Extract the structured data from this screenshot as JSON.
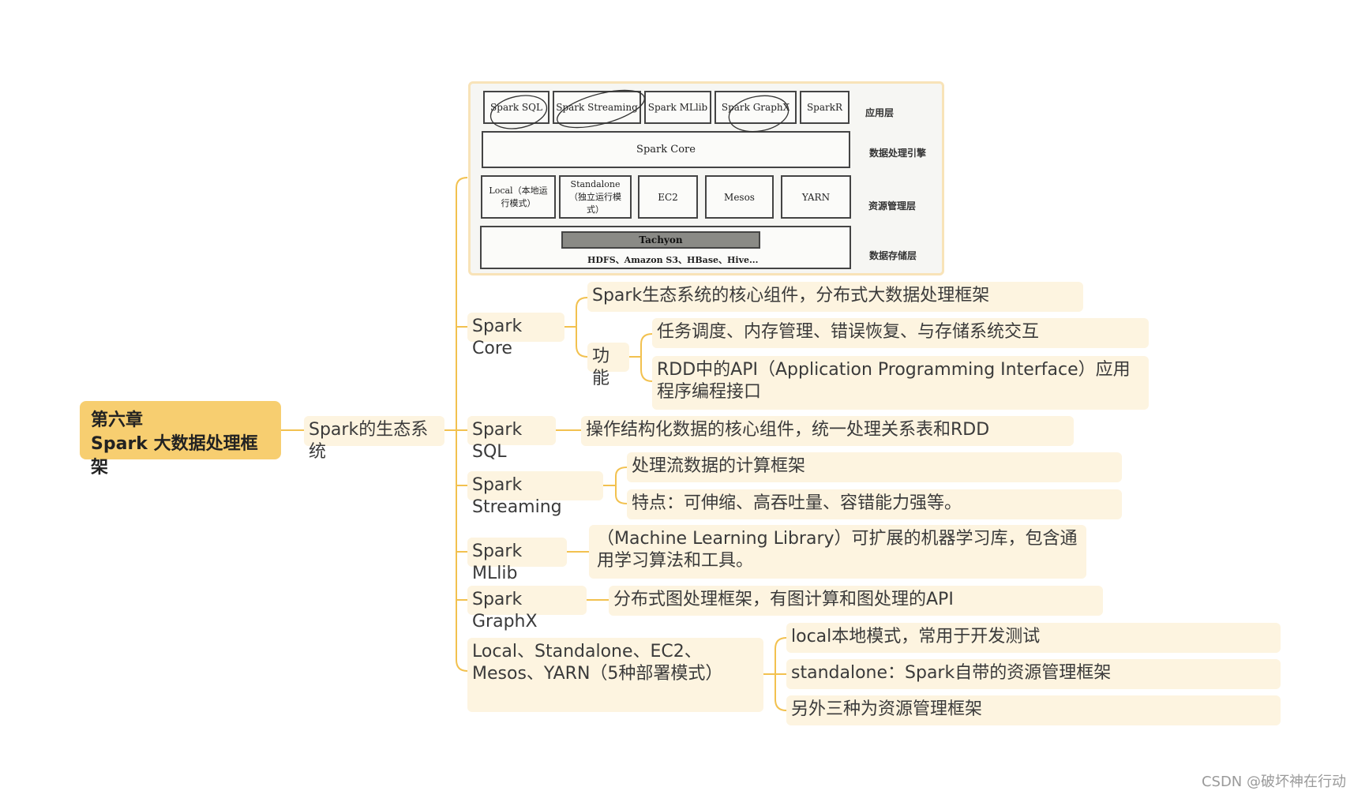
{
  "root": {
    "line1": "第六章",
    "line2": "Spark 大数据处理框架"
  },
  "level1": {
    "label": "Spark的生态系统"
  },
  "architecture": {
    "app_layer": [
      "Spark SQL",
      "Spark Streaming",
      "Spark MLlib",
      "Spark GraphX",
      "SparkR"
    ],
    "core": "Spark Core",
    "resource_layer": [
      "Local（本地运行模式）",
      "Standalone（独立运行模式）",
      "EC2",
      "Mesos",
      "YARN"
    ],
    "storage_bar": "Tachyon",
    "storage_text": "HDFS、Amazon S3、HBase、Hive...",
    "layer_labels": [
      "应用层",
      "数据处理引擎",
      "资源管理层",
      "数据存储层"
    ]
  },
  "branches": {
    "core": {
      "label": "Spark Core",
      "desc": "Spark生态系统的核心组件，分布式大数据处理框架",
      "func_label": "功能",
      "func_items": [
        "任务调度、内存管理、错误恢复、与存储系统交互",
        "RDD中的API（Application Programming Interface）应用程序编程接口"
      ]
    },
    "sql": {
      "label": "Spark SQL",
      "desc": "操作结构化数据的核心组件，统一处理关系表和RDD"
    },
    "streaming": {
      "label": "Spark Streaming",
      "items": [
        "处理流数据的计算框架",
        "特点：可伸缩、高吞吐量、容错能力强等。"
      ]
    },
    "mllib": {
      "label": "Spark MLlib",
      "desc": "（Machine Learning Library）可扩展的机器学习库，包含通用学习算法和工具。"
    },
    "graphx": {
      "label": "Spark GraphX",
      "desc": "分布式图处理框架，有图计算和图处理的API"
    },
    "deploy": {
      "label": "Local、Standalone、EC2、Mesos、YARN（5种部署模式）",
      "items": [
        "local本地模式，常用于开发测试",
        "standalone：Spark自带的资源管理框架",
        "另外三种为资源管理框架"
      ]
    }
  },
  "watermark": "CSDN @破坏神在行动",
  "colors": {
    "root": "#f7ce70",
    "node": "#fdf4e0",
    "line": "#f2c14f"
  }
}
